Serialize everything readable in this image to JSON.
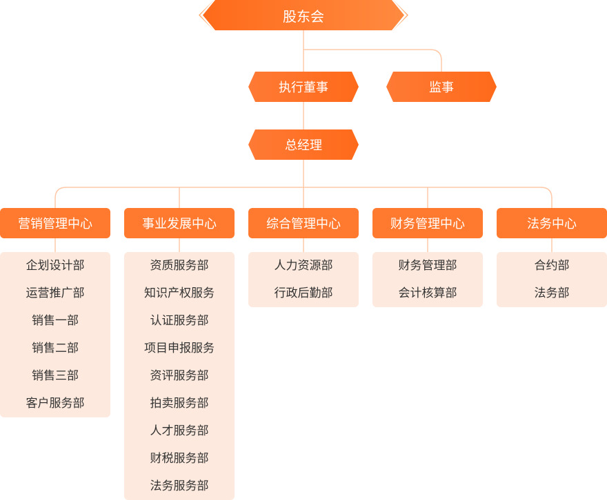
{
  "root": {
    "label": "股东会"
  },
  "level2": [
    {
      "label": "执行董事"
    },
    {
      "label": "监事"
    }
  ],
  "gm": {
    "label": "总经理"
  },
  "centers": [
    {
      "label": "营销管理中心",
      "depts": [
        "企划设计部",
        "运营推广部",
        "销售一部",
        "销售二部",
        "销售三部",
        "客户服务部"
      ]
    },
    {
      "label": "事业发展中心",
      "depts": [
        "资质服务部",
        "知识产权服务",
        "认证服务部",
        "项目申报服务",
        "资评服务部",
        "拍卖服务部",
        "人才服务部",
        "财税服务部",
        "法务服务部"
      ]
    },
    {
      "label": "综合管理中心",
      "depts": [
        "人力资源部",
        "行政后勤部"
      ]
    },
    {
      "label": "财务管理中心",
      "depts": [
        "财务管理部",
        "会计核算部"
      ]
    },
    {
      "label": "法务中心",
      "depts": [
        "合约部",
        "法务部"
      ]
    }
  ],
  "colors": {
    "accent": "#ff7a2e",
    "line": "#ffc8a8",
    "panel": "#fde9dd"
  }
}
